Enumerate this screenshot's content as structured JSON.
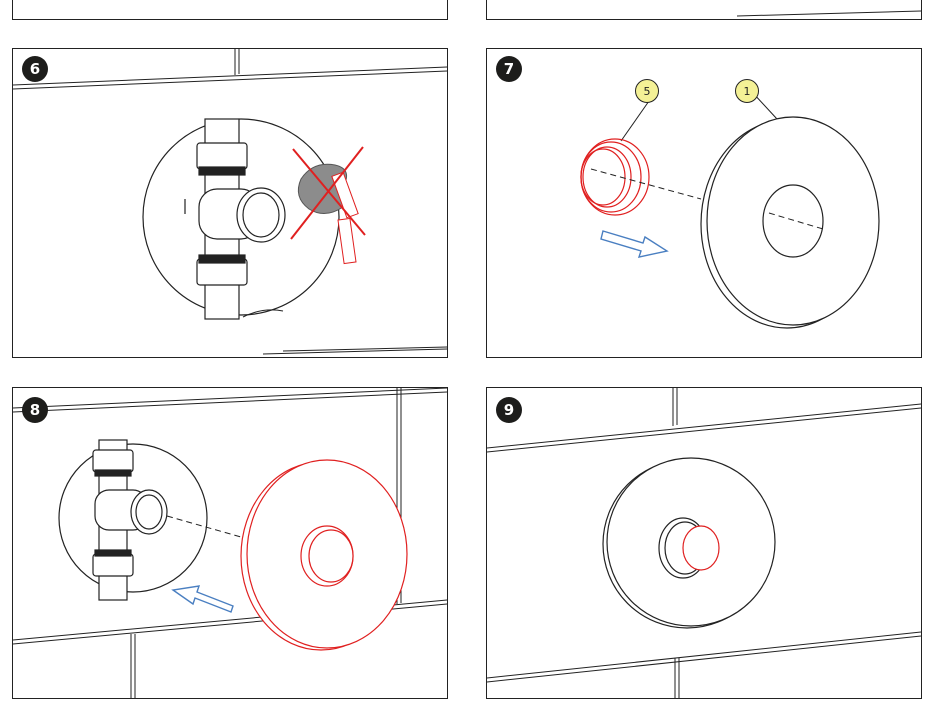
{
  "steps": [
    {
      "number": "6"
    },
    {
      "number": "7",
      "callouts": [
        "5",
        "1"
      ]
    },
    {
      "number": "8"
    },
    {
      "number": "9"
    }
  ],
  "colors": {
    "line": "#222222",
    "highlight_red": "#e02020",
    "arrow_blue": "#4a7fc1",
    "badge_bg": "#1d1d1b",
    "callout_bg": "#f4f196",
    "sealant_gray": "#8c8c8c"
  },
  "icons": [
    "pipe-fitting-icon",
    "sealant-blob-icon",
    "prohibited-cross-icon",
    "move-direction-arrow-icon",
    "rosette-cover-icon",
    "sleeve-ring-icon"
  ]
}
